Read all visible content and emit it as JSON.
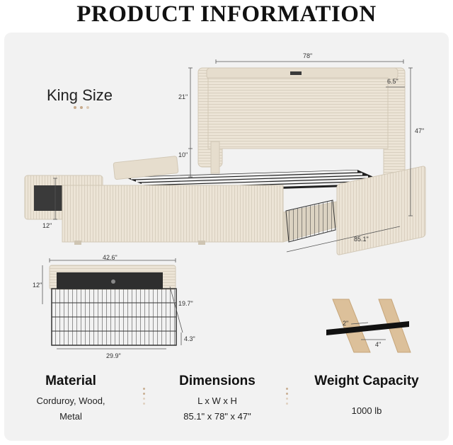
{
  "header": {
    "title": "PRODUCT INFORMATION"
  },
  "bed": {
    "size_label": "King Size",
    "dims": {
      "width": "78\"",
      "wing_depth": "6.5\"",
      "headboard": "21\"",
      "height": "47\"",
      "clearance": "10\"",
      "drawer_height": "12\"",
      "length": "85.1\""
    }
  },
  "drawer": {
    "dims": {
      "width": "42.6\"",
      "height": "12\"",
      "depth": "19.7\"",
      "basket_height": "4.3\"",
      "basket_width": "29.9\""
    }
  },
  "slat": {
    "dims": {
      "thickness": "2\"",
      "width": "4\""
    }
  },
  "features": [
    {
      "title": "Material",
      "lines": [
        "Corduroy, Wood,",
        "Metal"
      ]
    },
    {
      "title": "Dimensions",
      "lines": [
        "L x W x H",
        "85.1\" x 78\" x 47\""
      ]
    },
    {
      "title": "Weight Capacity",
      "lines": [
        "1000 lb"
      ]
    }
  ],
  "colors": {
    "upholstery": "#ece4d6",
    "frame": "#2a2a2a",
    "wood": "#dcc09a",
    "accent": "#c6a98b"
  }
}
